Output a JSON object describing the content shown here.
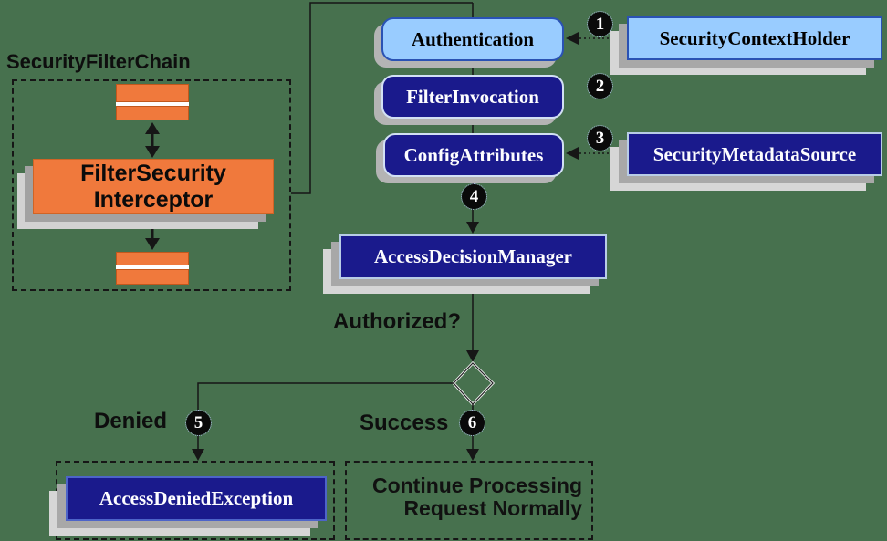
{
  "colors": {
    "background": "#47714e",
    "orange": "#f0793c",
    "navy": "#1a1a8c",
    "light_blue": "#99ccff",
    "shadow_dark": "#a8a8a8",
    "shadow_light": "#d6d6d6",
    "line": "#161616"
  },
  "filter_chain": {
    "title": "SecurityFilterChain",
    "interceptor_label": "FilterSecurity\nInterceptor"
  },
  "nodes": {
    "authentication": {
      "label": "Authentication"
    },
    "security_context_holder": {
      "label": "SecurityContextHolder"
    },
    "filter_invocation": {
      "label": "FilterInvocation"
    },
    "config_attributes": {
      "label": "ConfigAttributes"
    },
    "security_metadata_source": {
      "label": "SecurityMetadataSource"
    },
    "access_decision_manager": {
      "label": "AccessDecisionManager"
    },
    "access_denied_exception": {
      "label": "AccessDeniedException"
    },
    "continue_processing": {
      "label": "Continue Processing\nRequest Normally"
    }
  },
  "labels": {
    "authorized": "Authorized?",
    "denied": "Denied",
    "success": "Success"
  },
  "badges": [
    "1",
    "2",
    "3",
    "4",
    "5",
    "6"
  ]
}
